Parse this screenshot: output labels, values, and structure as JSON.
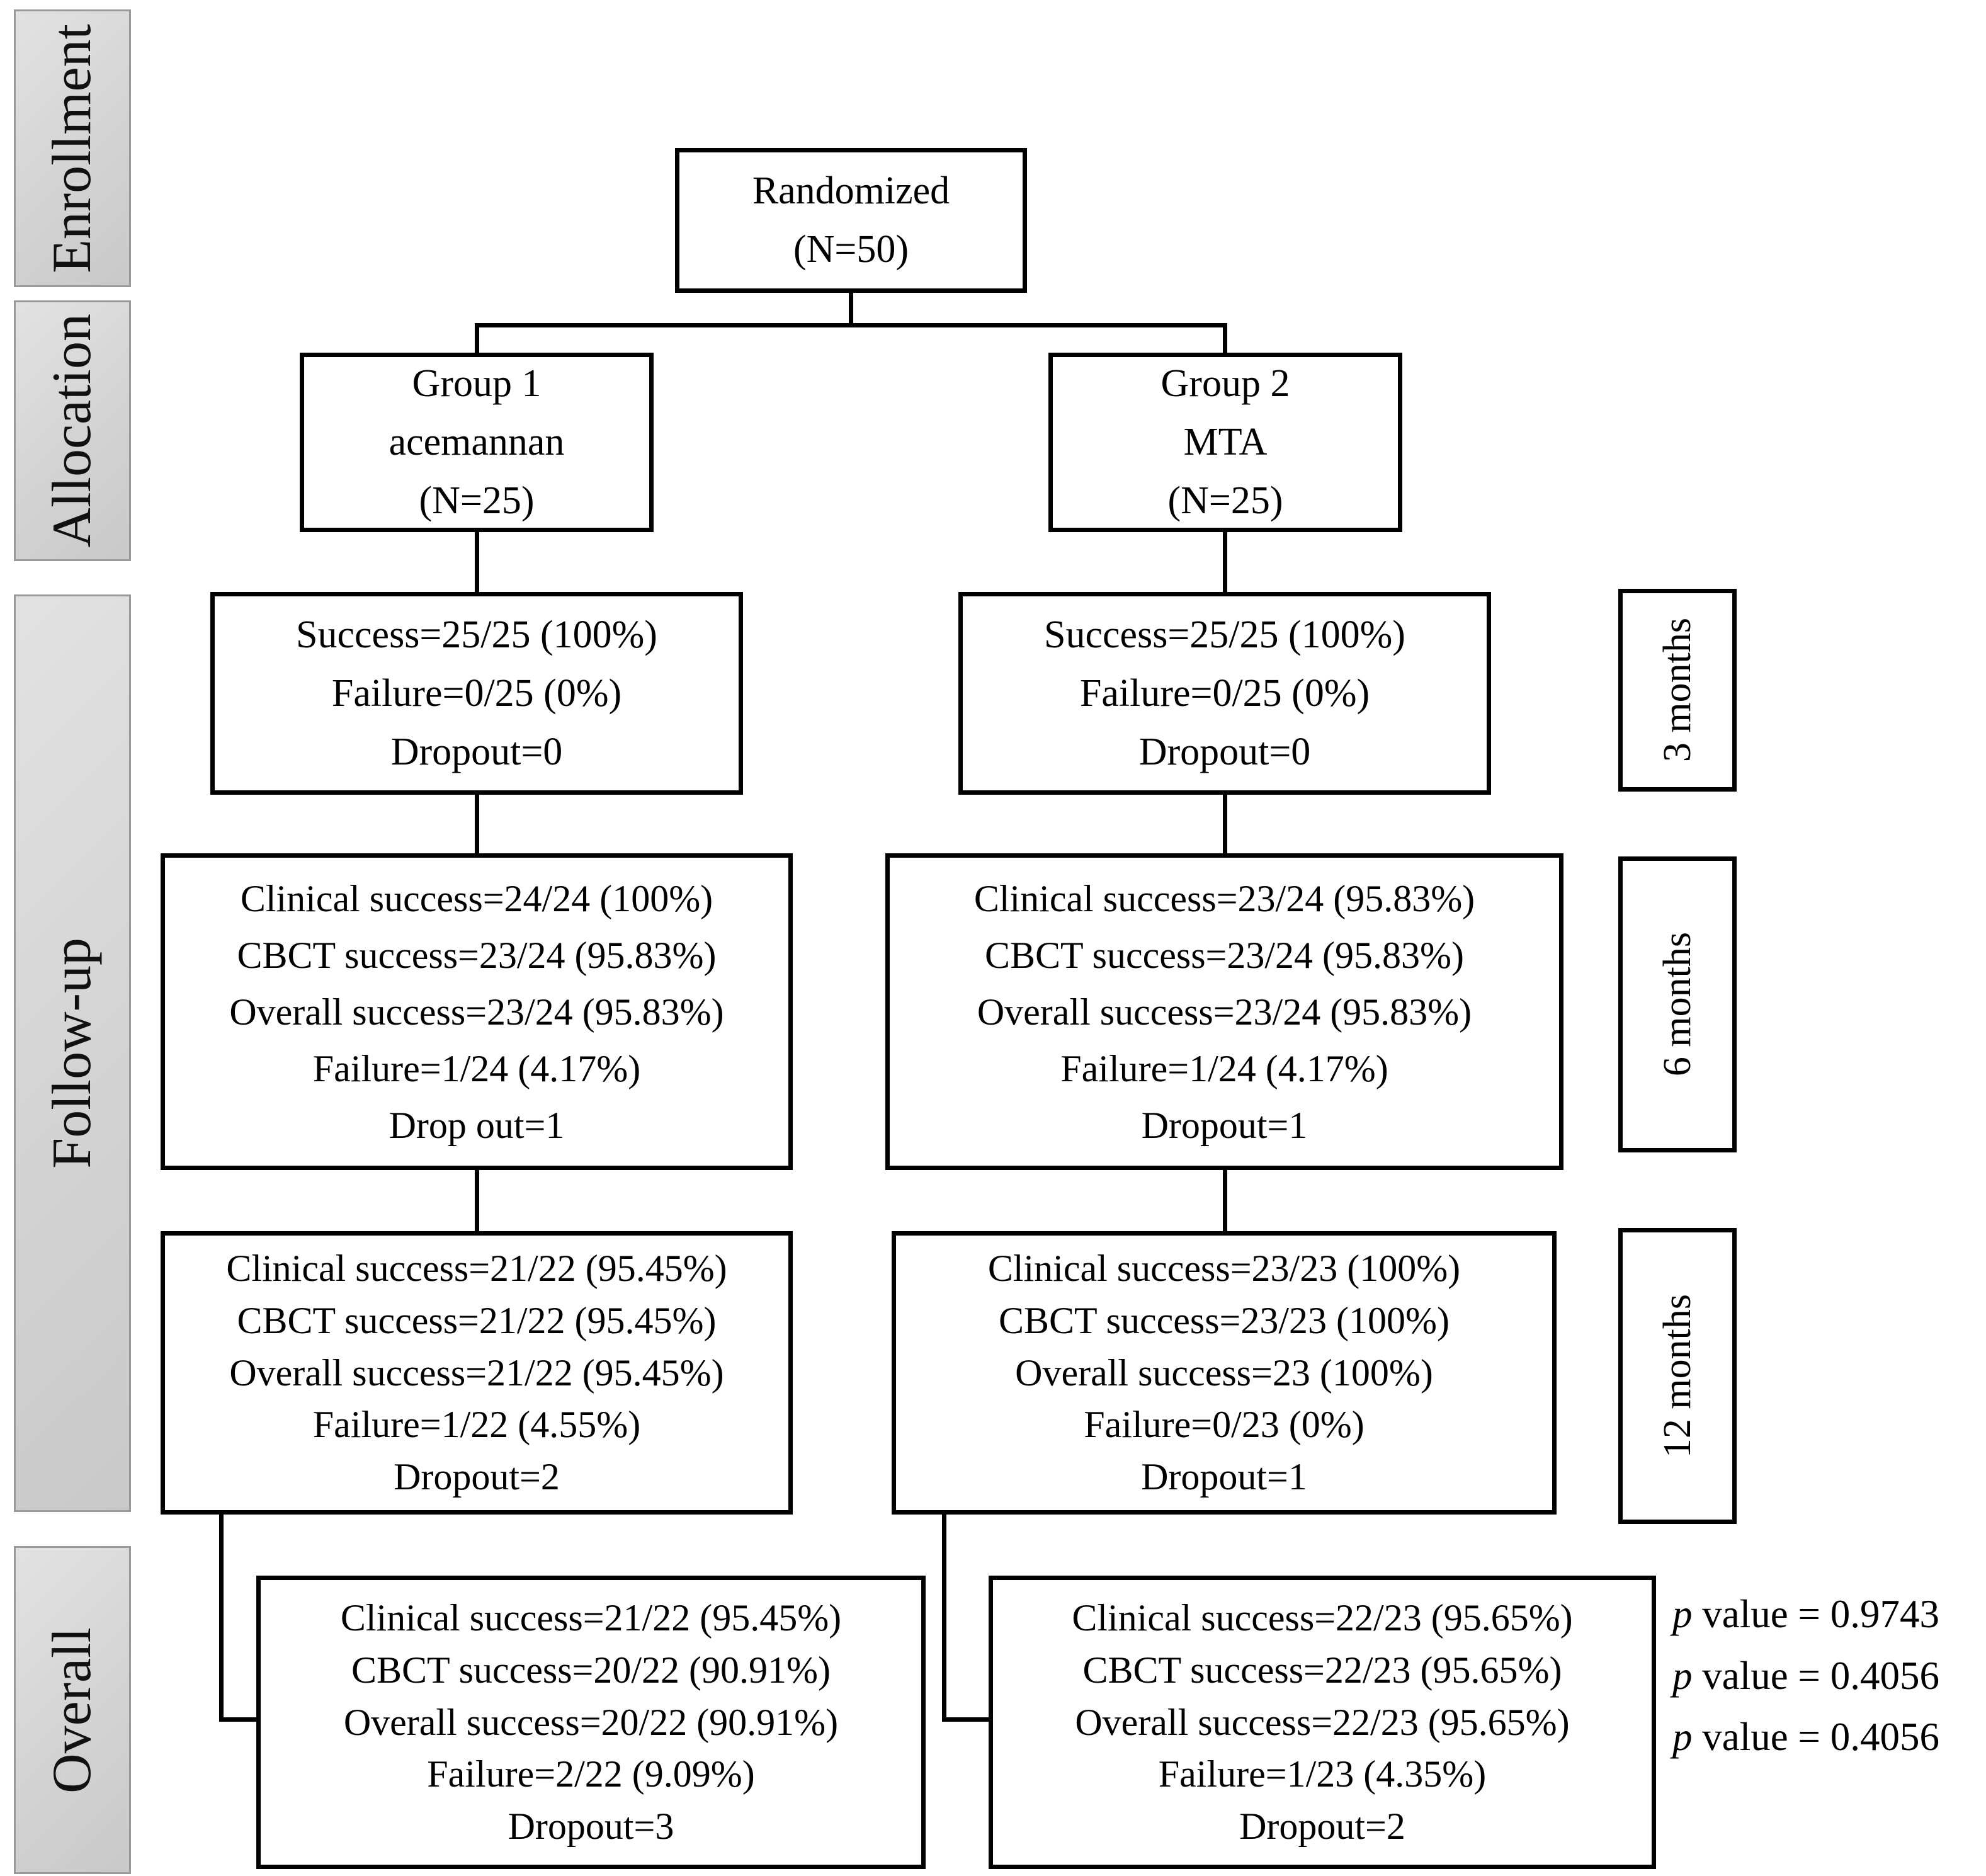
{
  "phases": {
    "enrollment": "Enrollment",
    "allocation": "Allocation",
    "followup": "Follow-up",
    "overall": "Overall"
  },
  "timepoints": {
    "m3": "3 months",
    "m6": "6 months",
    "m12": "12 months"
  },
  "boxes": {
    "randomized": [
      "Randomized",
      "(N=50)"
    ],
    "group1": [
      "Group 1",
      "acemannan",
      "(N=25)"
    ],
    "group2": [
      "Group 2",
      "MTA",
      "(N=25)"
    ],
    "m3_group1": [
      "Success=25/25 (100%)",
      "Failure=0/25 (0%)",
      "Dropout=0"
    ],
    "m3_group2": [
      "Success=25/25 (100%)",
      "Failure=0/25 (0%)",
      "Dropout=0"
    ],
    "m6_group1": [
      "Clinical success=24/24 (100%)",
      "CBCT success=23/24 (95.83%)",
      "Overall success=23/24 (95.83%)",
      "Failure=1/24 (4.17%)",
      "Drop out=1"
    ],
    "m6_group2": [
      "Clinical success=23/24 (95.83%)",
      "CBCT success=23/24 (95.83%)",
      "Overall success=23/24 (95.83%)",
      "Failure=1/24 (4.17%)",
      "Dropout=1"
    ],
    "m12_group1": [
      "Clinical success=21/22 (95.45%)",
      "CBCT success=21/22 (95.45%)",
      "Overall success=21/22 (95.45%)",
      "Failure=1/22 (4.55%)",
      "Dropout=2"
    ],
    "m12_group2": [
      "Clinical success=23/23 (100%)",
      "CBCT success=23/23 (100%)",
      "Overall success=23 (100%)",
      "Failure=0/23 (0%)",
      "Dropout=1"
    ],
    "overall_group1": [
      "Clinical success=21/22 (95.45%)",
      "CBCT success=20/22 (90.91%)",
      "Overall success=20/22 (90.91%)",
      "Failure=2/22 (9.09%)",
      "Dropout=3"
    ],
    "overall_group2": [
      "Clinical success=22/23 (95.65%)",
      "CBCT success=22/23 (95.65%)",
      "Overall success=22/23 (95.65%)",
      "Failure=1/23 (4.35%)",
      "Dropout=2"
    ]
  },
  "p_values": [
    {
      "symbol": "p",
      "text": " value = 0.9743"
    },
    {
      "symbol": "p",
      "text": " value = 0.4056"
    },
    {
      "symbol": "p",
      "text": " value = 0.4056"
    }
  ]
}
